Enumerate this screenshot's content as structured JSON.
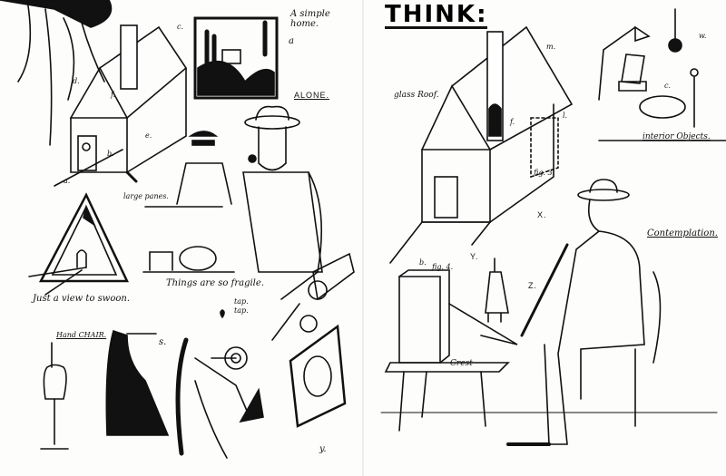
{
  "left_page": {
    "simple_home_label": "A simple home.",
    "simple_home_marker": "a",
    "alone_label": "ALONE.",
    "large_panes_label": "large panes.",
    "view_label": "Just a view to swoon.",
    "fragile_label": "Things are so fragile.",
    "tap_label": "tap. tap.",
    "hand_chair_label": "Hand CHAIR.",
    "s_marker": "s.",
    "y_marker": "y.",
    "house_markers": [
      "a.",
      "b.",
      "c.",
      "d.",
      "e.",
      "f."
    ]
  },
  "right_page": {
    "title": "THINK:",
    "glass_roof_label": "glass Roof.",
    "fig3_label": "fig. 3.",
    "interior_label": "interior Objects.",
    "x_marker": "X.",
    "contemplation_label": "Contemplation.",
    "y_marker": "Y.",
    "fig4_label": "fig. 4.",
    "z_marker": "Z.",
    "crest_label": "Crest",
    "house_markers": [
      "m.",
      "l.",
      "f.",
      "b."
    ],
    "object_markers": [
      "w.",
      "c."
    ]
  },
  "colors": {
    "ink": "#111111",
    "paper": "#fdfdfc"
  }
}
